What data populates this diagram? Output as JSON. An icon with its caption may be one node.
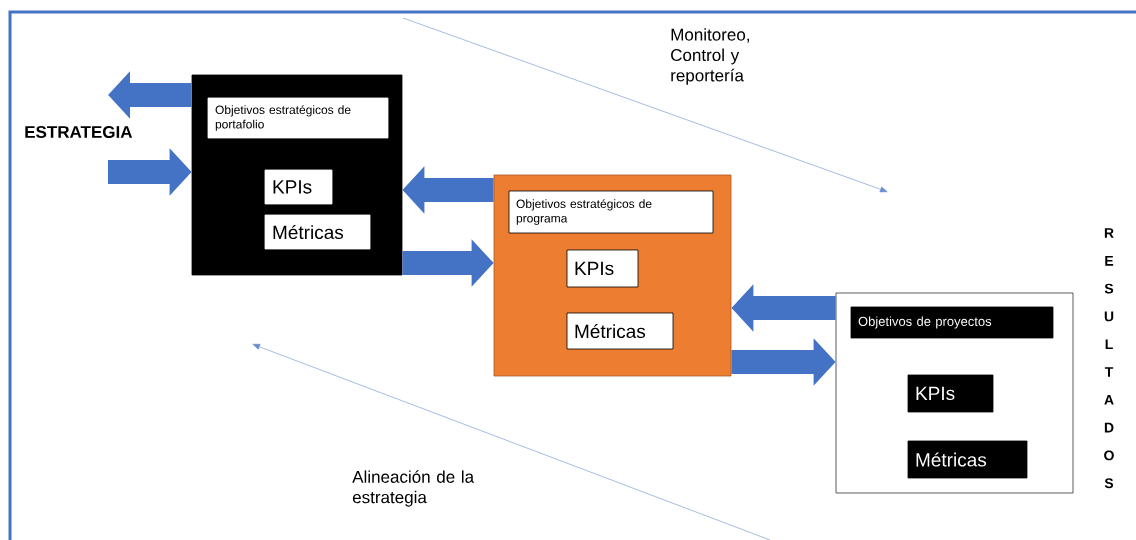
{
  "diagram": {
    "nodes": [
      {
        "text": [],
        "shape": "box"
      },
      {
        "text": [
          "Objetivos estratégicos de portafolio"
        ],
        "in": 0
      },
      {
        "text": [
          "KPIs"
        ],
        "in": 0
      },
      {
        "text": [
          "Métricas"
        ],
        "in": 0
      },
      {
        "text": [],
        "shape": "box"
      },
      {
        "text": [
          "Objetivos estratégicos de programa"
        ],
        "in": 4
      },
      {
        "text": [
          "KPIs"
        ],
        "in": 4
      },
      {
        "text": [
          "Métricas"
        ],
        "in": 4
      },
      {
        "text": [],
        "shape": "box"
      },
      {
        "text": [
          "Objetivos de proyectos"
        ],
        "in": 8
      },
      {
        "text": [
          "KPIs"
        ],
        "in": 8
      },
      {
        "text": [
          "Métricas"
        ],
        "in": 8
      }
    ],
    "edges": [
      {
        "from": 4,
        "to": 0,
        "arrow": "to"
      },
      {
        "from": 0,
        "to": 4,
        "arrow": "to"
      },
      {
        "from": 8,
        "to": 4,
        "arrow": "to"
      },
      {
        "from": 4,
        "to": 8,
        "arrow": "to"
      },
      {
        "from": 0,
        "to": null,
        "arrow": "to"
      },
      {
        "from": null,
        "to": 0,
        "arrow": "to"
      }
    ],
    "labels": [
      "Monitoreo, Control y reportería",
      "ESTRATEGIA",
      "R E S U L T A D O S",
      "Alineación de la estrategia"
    ]
  }
}
